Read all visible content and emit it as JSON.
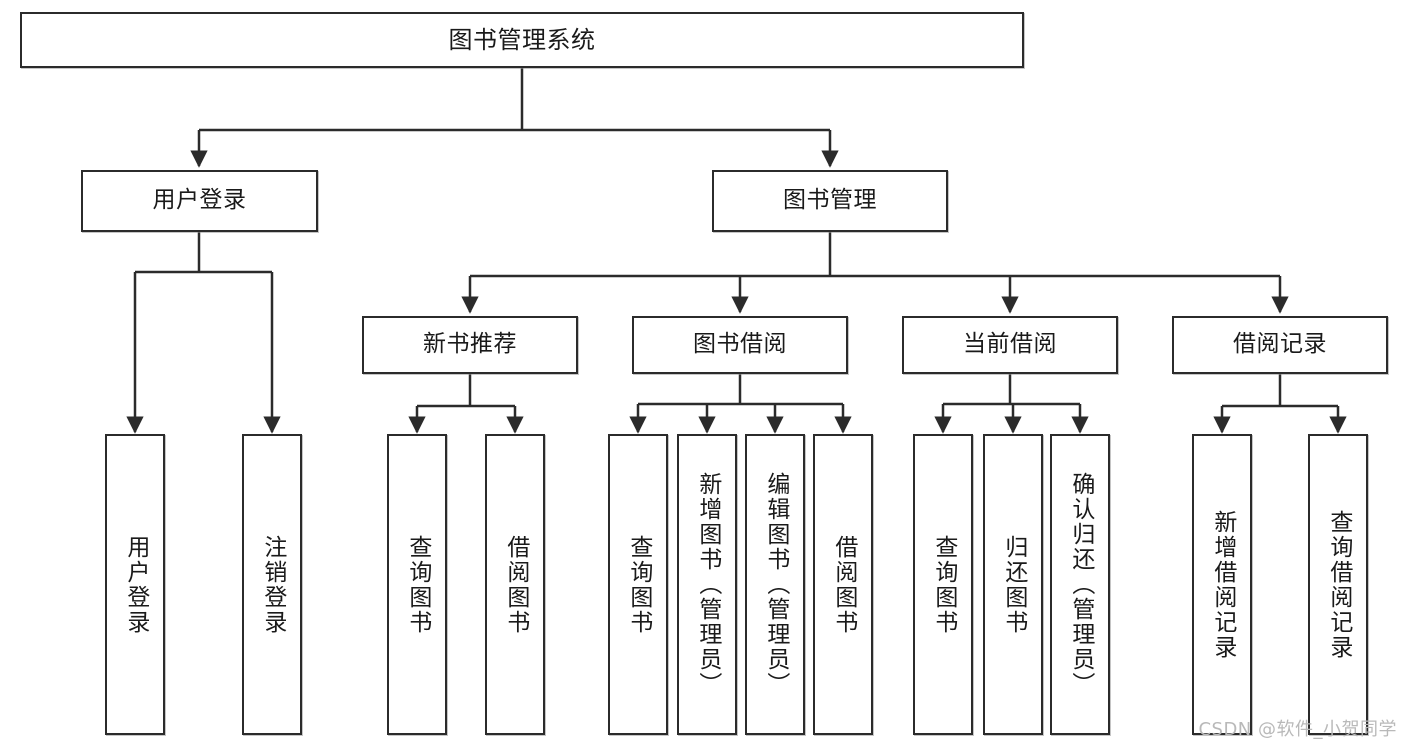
{
  "diagram": {
    "title": "图书管理系统",
    "type": "tree-hierarchy",
    "orientation": "top-down",
    "colors": {
      "box_border": "#2b2b2b",
      "box_fill": "#ffffff",
      "edge": "#2b2b2b",
      "text": "#1a1a1a",
      "watermark": "#b9b9b9"
    },
    "nodes": {
      "root": {
        "label": "图书管理系统",
        "level": 1
      },
      "level2": [
        {
          "id": "user-login",
          "label": "用户登录"
        },
        {
          "id": "book-management",
          "label": "图书管理"
        }
      ],
      "level3": [
        {
          "id": "new-book-recommend",
          "label": "新书推荐"
        },
        {
          "id": "book-borrow",
          "label": "图书借阅"
        },
        {
          "id": "current-borrow",
          "label": "当前借阅"
        },
        {
          "id": "borrow-record",
          "label": "借阅记录"
        }
      ],
      "leaves": {
        "user-login": [
          {
            "id": "leaf-user-login",
            "label": "用户登录"
          },
          {
            "id": "leaf-logout-login",
            "label": "注销登录"
          }
        ],
        "new-book-recommend": [
          {
            "id": "leaf-query-book-1",
            "label": "查询图书"
          },
          {
            "id": "leaf-borrow-book-1",
            "label": "借阅图书"
          }
        ],
        "book-borrow": [
          {
            "id": "leaf-query-book-2",
            "label": "查询图书"
          },
          {
            "id": "leaf-add-book",
            "label": "新增图书（管理员）"
          },
          {
            "id": "leaf-edit-book",
            "label": "编辑图书（管理员）"
          },
          {
            "id": "leaf-borrow-book-2",
            "label": "借阅图书"
          }
        ],
        "current-borrow": [
          {
            "id": "leaf-query-book-3",
            "label": "查询图书"
          },
          {
            "id": "leaf-return-book",
            "label": "归还图书"
          },
          {
            "id": "leaf-confirm-return",
            "label": "确认归还（管理员）"
          }
        ],
        "borrow-record": [
          {
            "id": "leaf-add-record",
            "label": "新增借阅记录"
          },
          {
            "id": "leaf-query-record",
            "label": "查询借阅记录"
          }
        ]
      }
    }
  },
  "watermark": {
    "text": "CSDN @软件_小贺同学"
  }
}
